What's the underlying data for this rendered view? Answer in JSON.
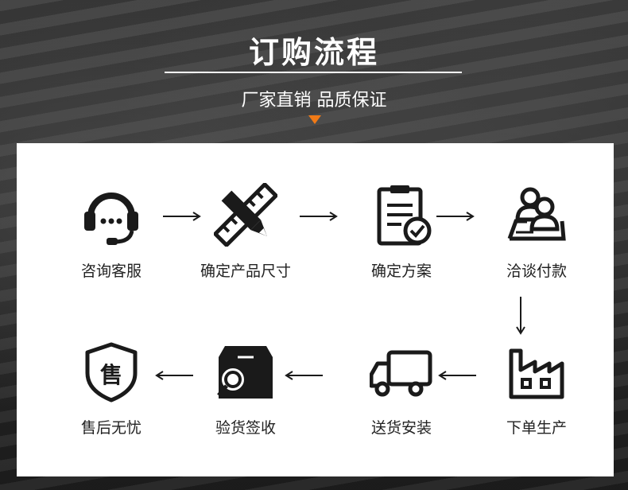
{
  "header": {
    "title": "订购流程",
    "subtitle": "厂家直销 品质保证"
  },
  "steps": [
    {
      "label": "咨询客服",
      "icon": "headset-icon"
    },
    {
      "label": "确定产品尺寸",
      "icon": "pencil-ruler-icon"
    },
    {
      "label": "确定方案",
      "icon": "clipboard-check-icon"
    },
    {
      "label": "洽谈付款",
      "icon": "meeting-people-icon"
    },
    {
      "label": "下单生产",
      "icon": "factory-icon"
    },
    {
      "label": "送货安装",
      "icon": "truck-icon"
    },
    {
      "label": "验货签收",
      "icon": "box-inspect-icon"
    },
    {
      "label": "售后无忧",
      "icon": "after-sale-shield-icon"
    }
  ],
  "seal_text": "售",
  "colors": {
    "accent": "#f07a16",
    "icon": "#1a1a1a"
  }
}
